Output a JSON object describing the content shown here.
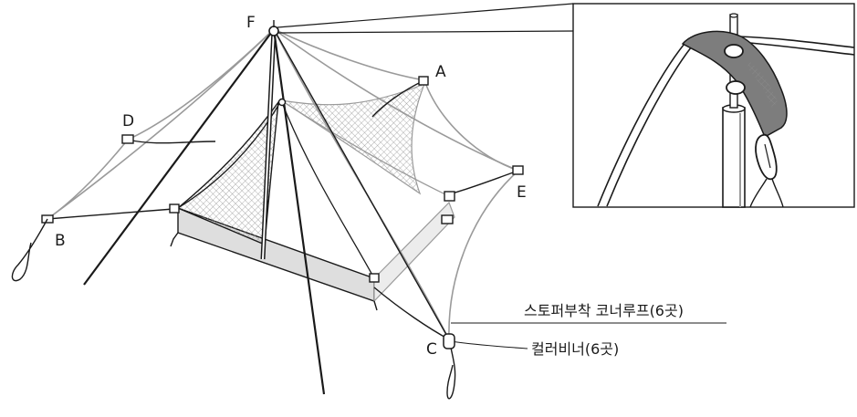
{
  "points": {
    "a": "A",
    "b": "B",
    "c": "C",
    "d": "D",
    "e": "E",
    "f": "F"
  },
  "callouts": {
    "stopper_loop": "스토퍼부착 코너루프(6곳)",
    "carabiner": "컬러비너(6곳)"
  },
  "colors": {
    "line_dark": "#1a1a1a",
    "line_gray": "#9a9a9a",
    "floor_fill": "#dedede",
    "mesh_fill": "#cfcfcf",
    "webbing": "#7d7d7d"
  }
}
